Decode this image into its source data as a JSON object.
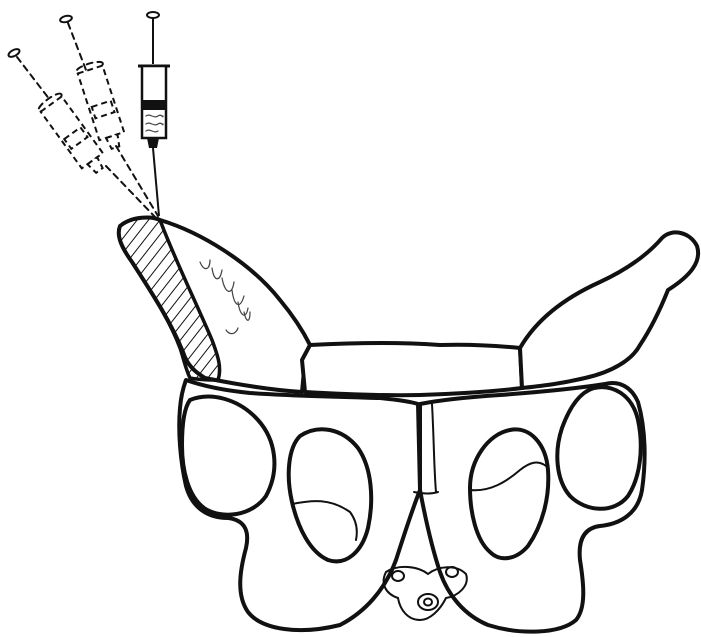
{
  "figure": {
    "subject": "pelvis-bone-marrow-aspiration",
    "colors": {
      "line": "#111111",
      "background": "#ffffff",
      "hatch": "#111111",
      "shading": "#444444"
    },
    "icons": {
      "pelvis": "pelvis-icon",
      "syringe": "syringe-icon",
      "ghost_syringe": "dashed-syringe-icon",
      "hatched_region": "hatched-iliac-crest"
    },
    "syringe_count": 3,
    "dashed_syringe_count": 2
  }
}
